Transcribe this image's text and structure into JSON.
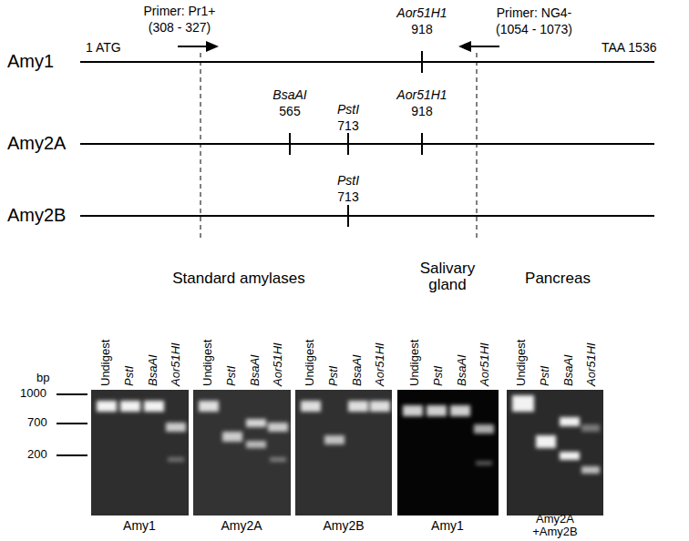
{
  "diagram": {
    "labels": [
      "Primer: Pr1+",
      "(308 - 327)",
      "Aor51H1",
      "918",
      "Primer: NG4-",
      "(1054 - 1073)",
      "1 ATG",
      "Amy1",
      "TAA 1536",
      "BsaAI",
      "565",
      "PstI",
      "713",
      "Aor51H1",
      "918",
      "Amy2A",
      "PstI",
      "713",
      "Amy2B",
      "Standard amylases",
      "Salivary gland",
      "Pancreas",
      "Undigest",
      "PstI",
      "BsaAI",
      "Aor51HI",
      "Undigest",
      "PstI",
      "BsaAI",
      "Aor51HI",
      "Undigest",
      "PstI",
      "BsaAI",
      "Aor51HI",
      "Undigest",
      "PstI",
      "BsaAI",
      "Aor51HI",
      "Undigest",
      "PstI",
      "BsaAI",
      "Aor51HI",
      "bp",
      "1000",
      "700",
      "200",
      "Amy1",
      "Amy2A",
      "Amy2B",
      "Amy1",
      "Amy2A +Amy2B"
    ]
  }
}
